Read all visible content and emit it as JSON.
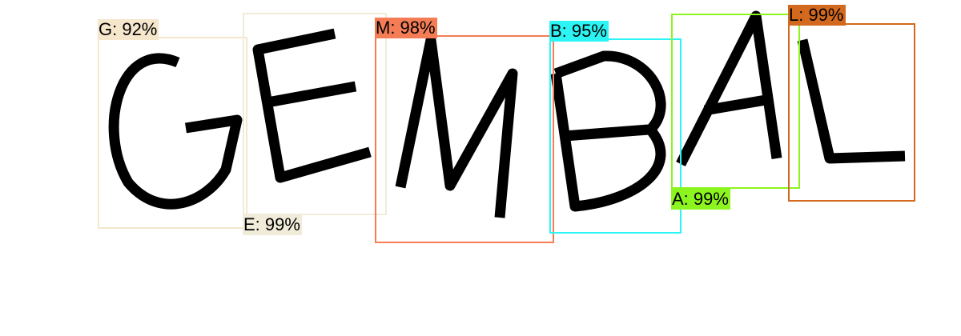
{
  "detections": [
    {
      "id": "g",
      "label": "G: 92%",
      "color": "#f5e6cc"
    },
    {
      "id": "e",
      "label": "E: 99%",
      "color": "#f0ecd9"
    },
    {
      "id": "m",
      "label": "M: 98%",
      "color": "#f47d55"
    },
    {
      "id": "b",
      "label": "B: 95%",
      "color": "#2cf4f4"
    },
    {
      "id": "a",
      "label": "A: 99%",
      "color": "#8cf51f"
    },
    {
      "id": "l",
      "label": "L: 99%",
      "color": "#d2691e"
    }
  ]
}
